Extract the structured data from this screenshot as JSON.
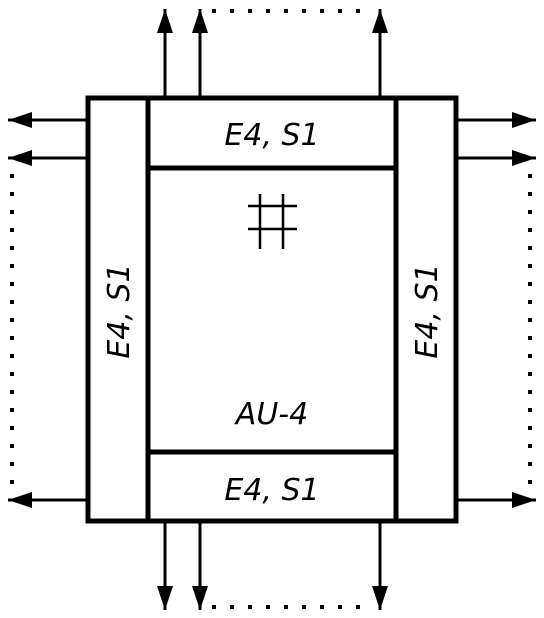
{
  "diagram": {
    "labels": {
      "top": "E4, S1",
      "bottom": "E4, S1",
      "left": "E4, S1",
      "right": "E4, S1",
      "center": "AU-4"
    },
    "icons": {
      "center_symbol": "hash-grid-icon"
    },
    "colors": {
      "line": "#000000",
      "background": "#ffffff"
    }
  }
}
